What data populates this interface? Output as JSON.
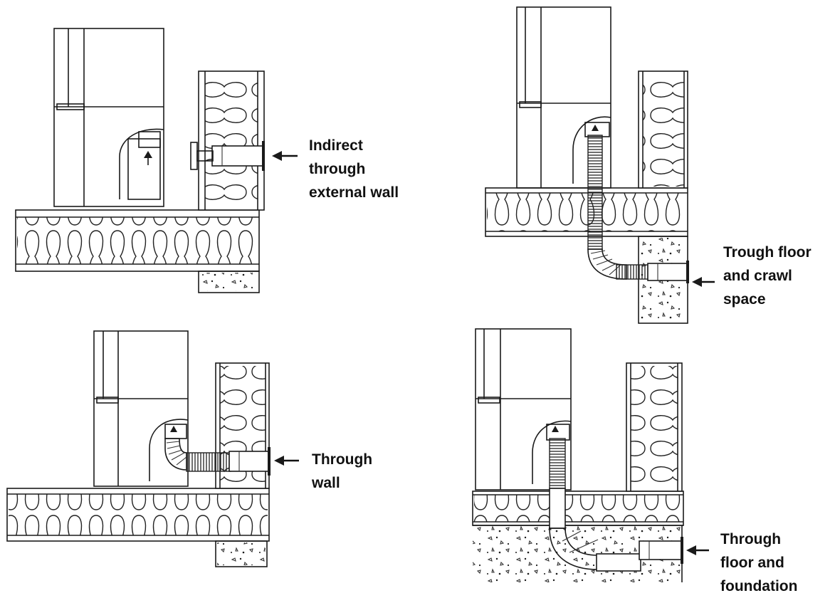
{
  "diagram": {
    "panels": [
      {
        "id": "indirect-external-wall",
        "label_lines": [
          "Indirect",
          "through",
          "external wall"
        ]
      },
      {
        "id": "floor-crawl-space",
        "label_lines": [
          "Trough floor",
          "and crawl",
          "space"
        ]
      },
      {
        "id": "through-wall",
        "label_lines": [
          "Through",
          "wall"
        ]
      },
      {
        "id": "floor-foundation",
        "label_lines": [
          "Through",
          "floor and",
          "foundation"
        ]
      }
    ],
    "icons": [
      "arrow-left-icon",
      "arrow-up-icon",
      "dehumidifier-unit",
      "wall-insulation",
      "floor-insulation",
      "concrete-foundation",
      "flexible-duct",
      "rigid-vent-pipe"
    ]
  }
}
